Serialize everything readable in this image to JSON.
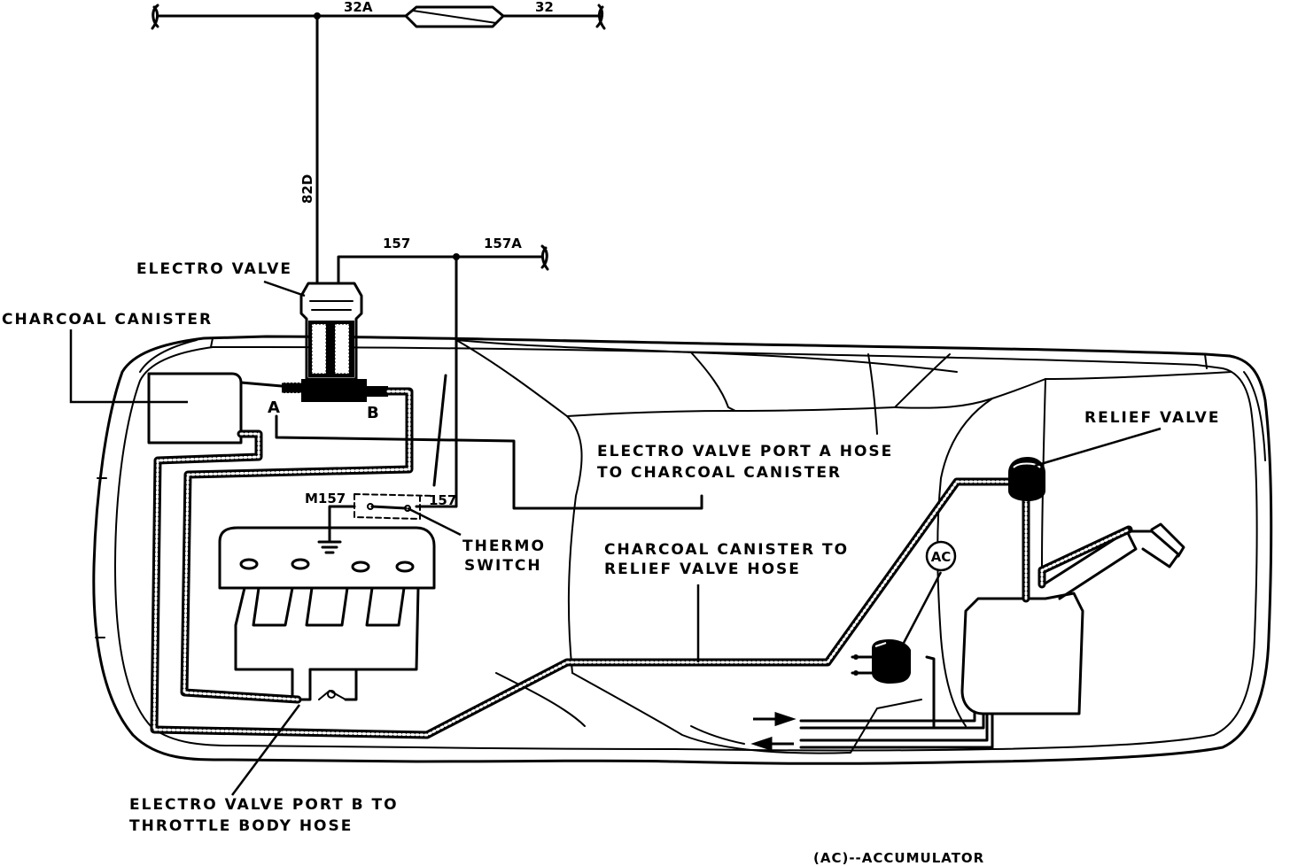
{
  "wires": {
    "w32a": "32A",
    "w32": "32",
    "w82d": "82D",
    "w157": "157",
    "w157a": "157A",
    "m157": "M157",
    "t157": "157"
  },
  "ports": {
    "a": "A",
    "b": "B"
  },
  "labels": {
    "electro_valve": "ELECTRO VALVE",
    "charcoal_canister": "CHARCOAL CANISTER",
    "port_a_hose_line1": "ELECTRO VALVE PORT A HOSE",
    "port_a_hose_line2": "TO CHARCOAL CANISTER",
    "thermo_switch_line1": "THERMO",
    "thermo_switch_line2": "SWITCH",
    "relief_hose_line1": "CHARCOAL CANISTER TO",
    "relief_hose_line2": "RELIEF VALVE HOSE",
    "relief_valve": "RELIEF VALVE",
    "accumulator_badge": "AC",
    "port_b_hose_line1": "ELECTRO VALVE PORT B TO",
    "port_b_hose_line2": "THROTTLE BODY HOSE",
    "legend": "(AC)--ACCUMULATOR"
  }
}
